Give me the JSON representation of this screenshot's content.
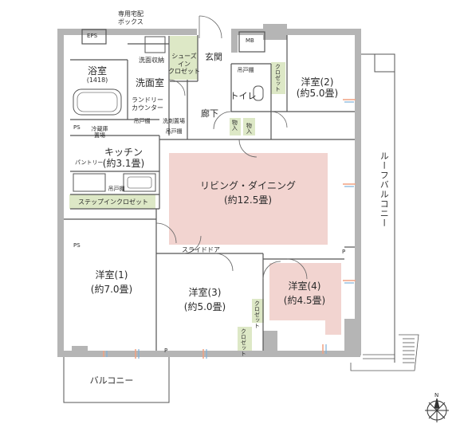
{
  "delivery_box": {
    "line1": "専用宅配",
    "line2": "ボックス"
  },
  "eps": "EPS",
  "mb": "MB",
  "ps": "PS",
  "p": "P",
  "bathroom": {
    "name": "浴室",
    "size": "(1418)"
  },
  "washroom": {
    "name": "洗面室",
    "storage": "洗面収納"
  },
  "laundry_counter": {
    "line1": "ランドリー",
    "line2": "カウンター"
  },
  "hanging_shelf": "吊戸棚",
  "shoes_closet": {
    "line1": "シューズ",
    "line2": "イン",
    "line3": "クロゼット"
  },
  "entrance": "玄関",
  "toilet": "トイレ",
  "hallway": "廊下",
  "detergent": "洗剤置場",
  "storage": "物入",
  "fridge": {
    "line1": "冷蔵庫",
    "line2": "置場"
  },
  "pantry": "パントリー",
  "kitchen": {
    "name": "キッチン",
    "size": "(約3.1畳)"
  },
  "step_in_closet": "ステップインクロゼット",
  "living": {
    "name": "リビング・ダイニング",
    "size": "(約12.5畳)"
  },
  "slide_door": "スライドドア",
  "room1": {
    "name": "洋室(1)",
    "size": "(約7.0畳)"
  },
  "room2": {
    "name": "洋室(2)",
    "size": "(約5.0畳)"
  },
  "room3": {
    "name": "洋室(3)",
    "size": "(約5.0畳)"
  },
  "room4": {
    "name": "洋室(4)",
    "size": "(約4.5畳)"
  },
  "closet": "クロゼット",
  "balcony": "バルコニー",
  "roof_balcony": "ルーフバルコニー",
  "north": "N",
  "colors": {
    "wall": "#b5b5b5",
    "living_fill": "#f2d4d0",
    "room4_fill": "#f2d4d0",
    "closet_fill": "#dde8c6",
    "line": "#555555",
    "accent_arrow": "#f0a080"
  }
}
